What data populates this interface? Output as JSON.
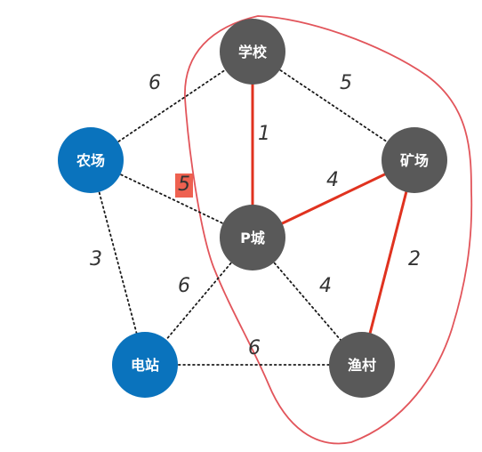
{
  "colors": {
    "default_node": "#595959",
    "highlight_node": "#0a73bd",
    "selected_edge": "#e0321f",
    "dotted_edge": "#1a1a1a",
    "outline": "#e2555b",
    "weight_highlight_bg": "#ee6150"
  },
  "nodes": [
    {
      "id": "school",
      "label": "学校",
      "style": "gray"
    },
    {
      "id": "mine",
      "label": "矿场",
      "style": "gray"
    },
    {
      "id": "city",
      "label": "P城",
      "style": "gray"
    },
    {
      "id": "village",
      "label": "渔村",
      "style": "gray"
    },
    {
      "id": "farm",
      "label": "农场",
      "style": "blue"
    },
    {
      "id": "station",
      "label": "电站",
      "style": "blue"
    }
  ],
  "edges": [
    {
      "from": "farm",
      "to": "school",
      "weight": "6",
      "style": "dotted"
    },
    {
      "from": "school",
      "to": "mine",
      "weight": "5",
      "style": "dotted"
    },
    {
      "from": "school",
      "to": "city",
      "weight": "1",
      "style": "selected"
    },
    {
      "from": "farm",
      "to": "city",
      "weight": "5",
      "style": "dotted",
      "weight_highlighted": true
    },
    {
      "from": "city",
      "to": "mine",
      "weight": "4",
      "style": "selected"
    },
    {
      "from": "mine",
      "to": "village",
      "weight": "2",
      "style": "selected"
    },
    {
      "from": "farm",
      "to": "station",
      "weight": "3",
      "style": "dotted"
    },
    {
      "from": "city",
      "to": "station",
      "weight": "6",
      "style": "dotted"
    },
    {
      "from": "city",
      "to": "village",
      "weight": "4",
      "style": "dotted"
    },
    {
      "from": "station",
      "to": "village",
      "weight": "6",
      "style": "dotted"
    }
  ]
}
